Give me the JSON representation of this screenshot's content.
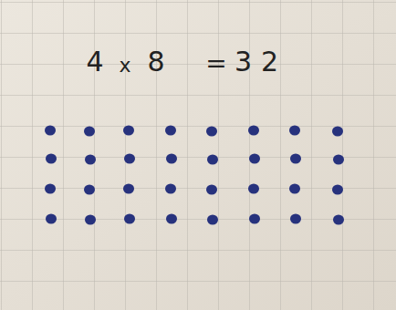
{
  "diagram": {
    "labels": [
      "4",
      "x",
      "8",
      "=",
      "32"
    ]
  }
}
